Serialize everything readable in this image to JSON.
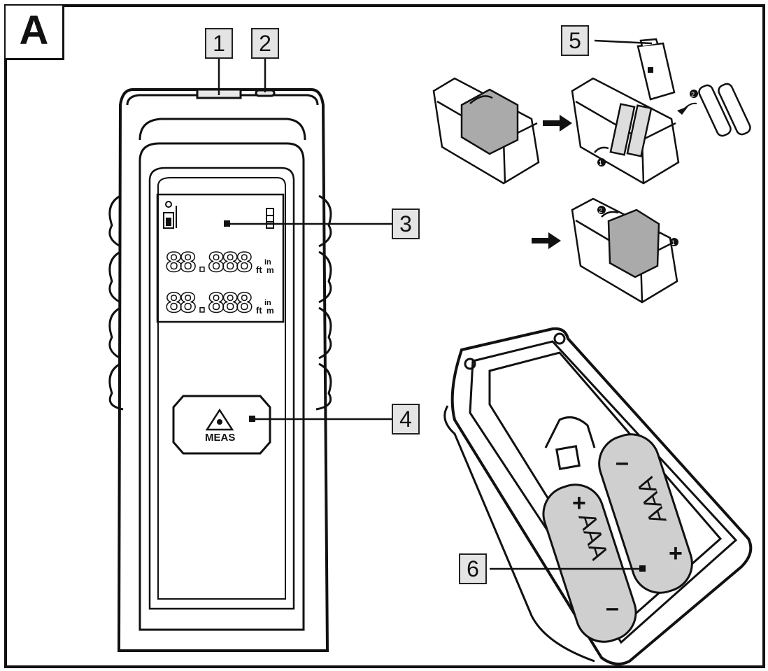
{
  "panel": {
    "letter": "A"
  },
  "callouts": [
    {
      "number": "1",
      "target": "laser-window"
    },
    {
      "number": "2",
      "target": "lens"
    },
    {
      "number": "3",
      "target": "display"
    },
    {
      "number": "4",
      "target": "meas-button"
    },
    {
      "number": "5",
      "target": "battery-cover"
    },
    {
      "number": "6",
      "target": "battery-compartment"
    }
  ],
  "device": {
    "button_label": "MEAS",
    "display": {
      "digits_row1": "88.888",
      "digits_row2": "88.888",
      "units": [
        "ft",
        "in",
        "m"
      ]
    }
  },
  "steps": [
    "1",
    "2",
    "1",
    "2"
  ],
  "battery": {
    "type_label": "AAA",
    "plus": "+",
    "minus": "–"
  }
}
